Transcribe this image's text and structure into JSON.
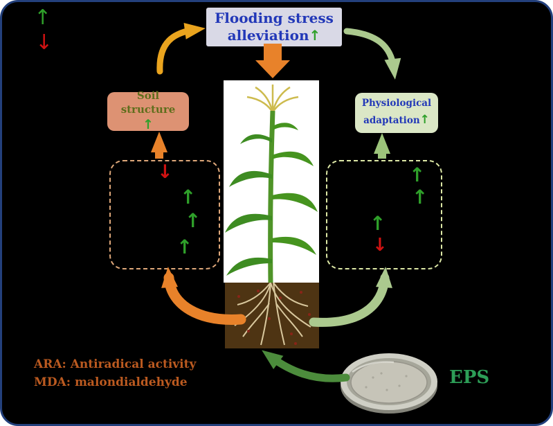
{
  "title_box": {
    "line1": "Flooding stress",
    "line2": "alleviation"
  },
  "soil_box": {
    "label": "Soil structure"
  },
  "physio_box": {
    "label": "Physiological adaptation"
  },
  "glyphs": {
    "up": "↑",
    "down": "↓"
  },
  "abbreviations": {
    "ara": "ARA: Antiradical activity",
    "mda": "MDA: malondialdehyde"
  },
  "eps_label": "EPS",
  "colors": {
    "background": "#000000",
    "border": "#23407c",
    "title_box_bg": "#d9d9e6",
    "title_text": "#2238b8",
    "soil_box_bg": "#dd9273",
    "soil_box_text": "#5f6e1c",
    "physio_box_bg": "#dbe7c6",
    "up_arrow": "#2fa02a",
    "down_arrow": "#cf1212",
    "orange_arrow": "#e8822a",
    "amber_arrow": "#eaa41e",
    "pale_green_arrow": "#abc98e",
    "vertical_green_arrow": "#9cc47a",
    "dark_green_arrow": "#4c8c3c",
    "dashed_left_border": "#dfa87a",
    "dashed_right_border": "#dde8a6",
    "abbrev_text": "#bb5a20",
    "eps_text": "#2d9e57"
  }
}
